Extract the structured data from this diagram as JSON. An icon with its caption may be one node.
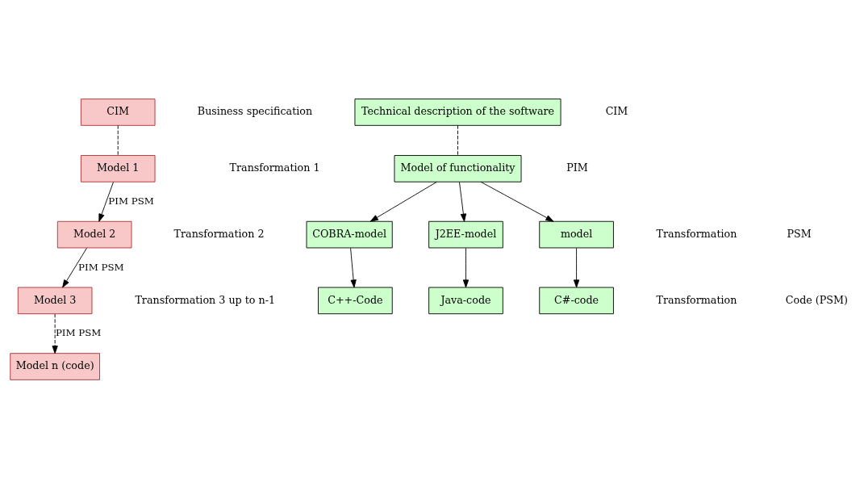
{
  "diagram": {
    "nodes": [
      {
        "text": [
          "CIM"
        ]
      },
      {
        "text": [
          "Model 1"
        ]
      },
      {
        "text": [
          "Model 2"
        ]
      },
      {
        "text": [
          "Model 3"
        ]
      },
      {
        "text": [
          "Model n (code)"
        ]
      },
      {
        "text": [
          "Technical description of the software"
        ]
      },
      {
        "text": [
          "Model of functionality"
        ]
      },
      {
        "text": [
          "COBRA-model"
        ]
      },
      {
        "text": [
          "J2EE-model"
        ]
      },
      {
        "text": [
          "model"
        ]
      },
      {
        "text": [
          "C++-Code"
        ]
      },
      {
        "text": [
          "Java-code"
        ]
      },
      {
        "text": [
          "C#-code"
        ]
      }
    ],
    "edges": [
      {
        "from": 0,
        "to": 1,
        "arrow": "none",
        "style": "dashed"
      },
      {
        "from": 1,
        "to": 2,
        "arrow": "to",
        "label": "PIM PSM"
      },
      {
        "from": 2,
        "to": 3,
        "arrow": "to",
        "label": "PIM PSM"
      },
      {
        "from": 3,
        "to": 4,
        "arrow": "to",
        "label": "PIM PSM",
        "style": "dashed"
      },
      {
        "from": 5,
        "to": 6,
        "arrow": "none",
        "style": "dashed"
      },
      {
        "from": 6,
        "to": 7,
        "arrow": "to"
      },
      {
        "from": 6,
        "to": 8,
        "arrow": "to"
      },
      {
        "from": 6,
        "to": 9,
        "arrow": "to"
      },
      {
        "from": 7,
        "to": 10,
        "arrow": "to"
      },
      {
        "from": 8,
        "to": 11,
        "arrow": "to"
      },
      {
        "from": 9,
        "to": 12,
        "arrow": "to"
      }
    ],
    "labels": [
      "Business specification",
      "CIM",
      "Transformation 1",
      "PIM",
      "Transformation 2",
      "Transformation",
      "PSM",
      "Transformation 3 up to n-1",
      "Transformation",
      "Code (PSM)"
    ]
  }
}
